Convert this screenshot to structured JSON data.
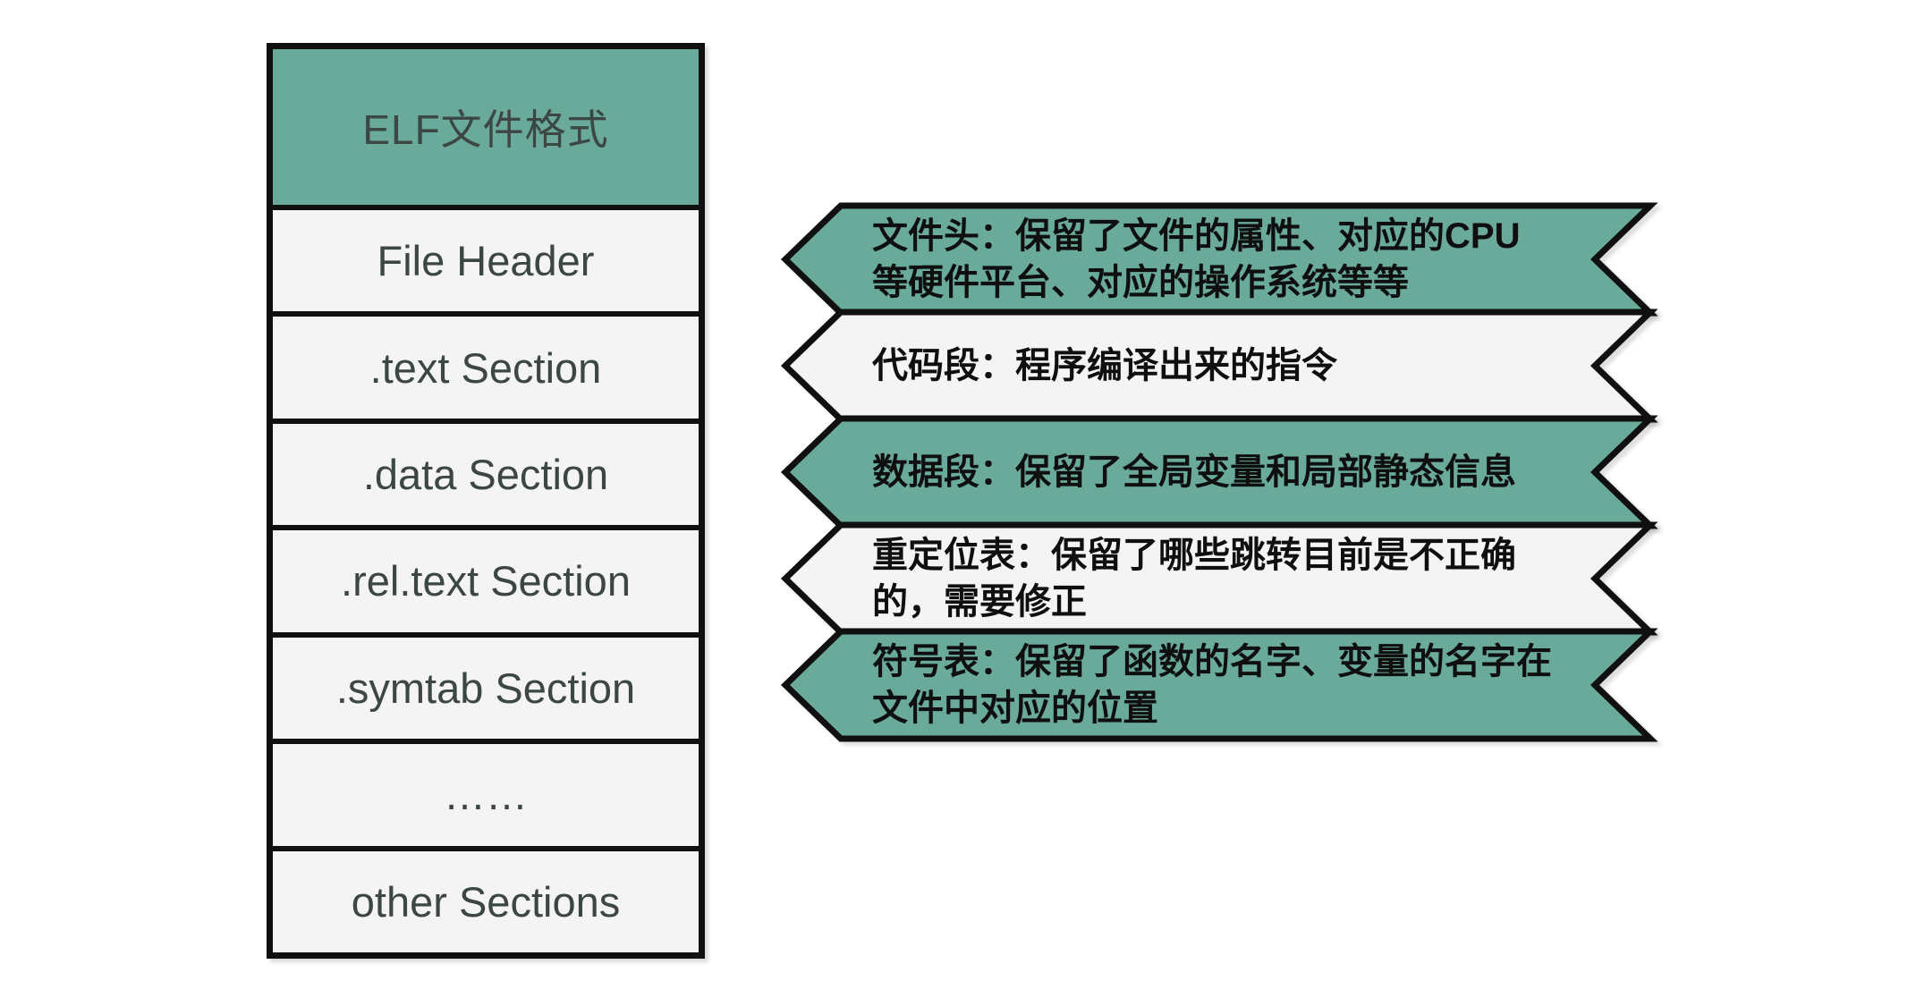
{
  "colors": {
    "teal": "#6AAA9B",
    "light": "#F4F4F4",
    "border": "#101010"
  },
  "table": {
    "title": "ELF文件格式",
    "rows": [
      "File Header",
      ".text Section",
      ".data Section",
      ".rel.text Section",
      ".symtab Section",
      "……",
      "other Sections"
    ]
  },
  "banners": [
    {
      "variant": "teal",
      "text": "文件头：保留了文件的属性、对应的CPU\n等硬件平台、对应的操作系统等等"
    },
    {
      "variant": "light",
      "text": "代码段：程序编译出来的指令"
    },
    {
      "variant": "teal",
      "text": "数据段：保留了全局变量和局部静态信息"
    },
    {
      "variant": "light",
      "text": "重定位表：保留了哪些跳转目前是不正确\n的，需要修正"
    },
    {
      "variant": "teal",
      "text": "符号表：保留了函数的名字、变量的名字在\n文件中对应的位置"
    }
  ]
}
